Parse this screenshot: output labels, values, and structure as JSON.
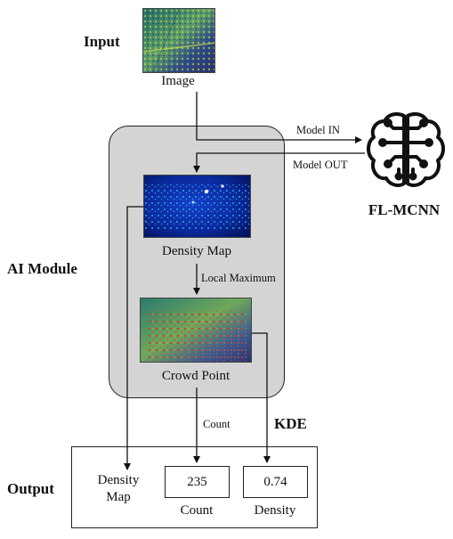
{
  "sections": {
    "input": "Input",
    "ai_module": "AI Module",
    "output": "Output",
    "kde": "KDE"
  },
  "nodes": {
    "image_caption": "Image",
    "density_map_caption": "Density Map",
    "crowd_point_caption": "Crowd Point",
    "model_name": "FL-MCNN"
  },
  "edges": {
    "model_in": "Model IN",
    "model_out": "Model OUT",
    "local_maximum": "Local Maximum",
    "count": "Count"
  },
  "output": {
    "density_map_label_1": "Density",
    "density_map_label_2": "Map",
    "count_value": "235",
    "count_label": "Count",
    "density_value": "0.74",
    "density_label": "Density"
  },
  "icons": {
    "model": "brain-circuit-icon"
  },
  "colors": {
    "ai_module_fill": "#d4d4d4",
    "density_map_base": "#0a1a7a"
  }
}
